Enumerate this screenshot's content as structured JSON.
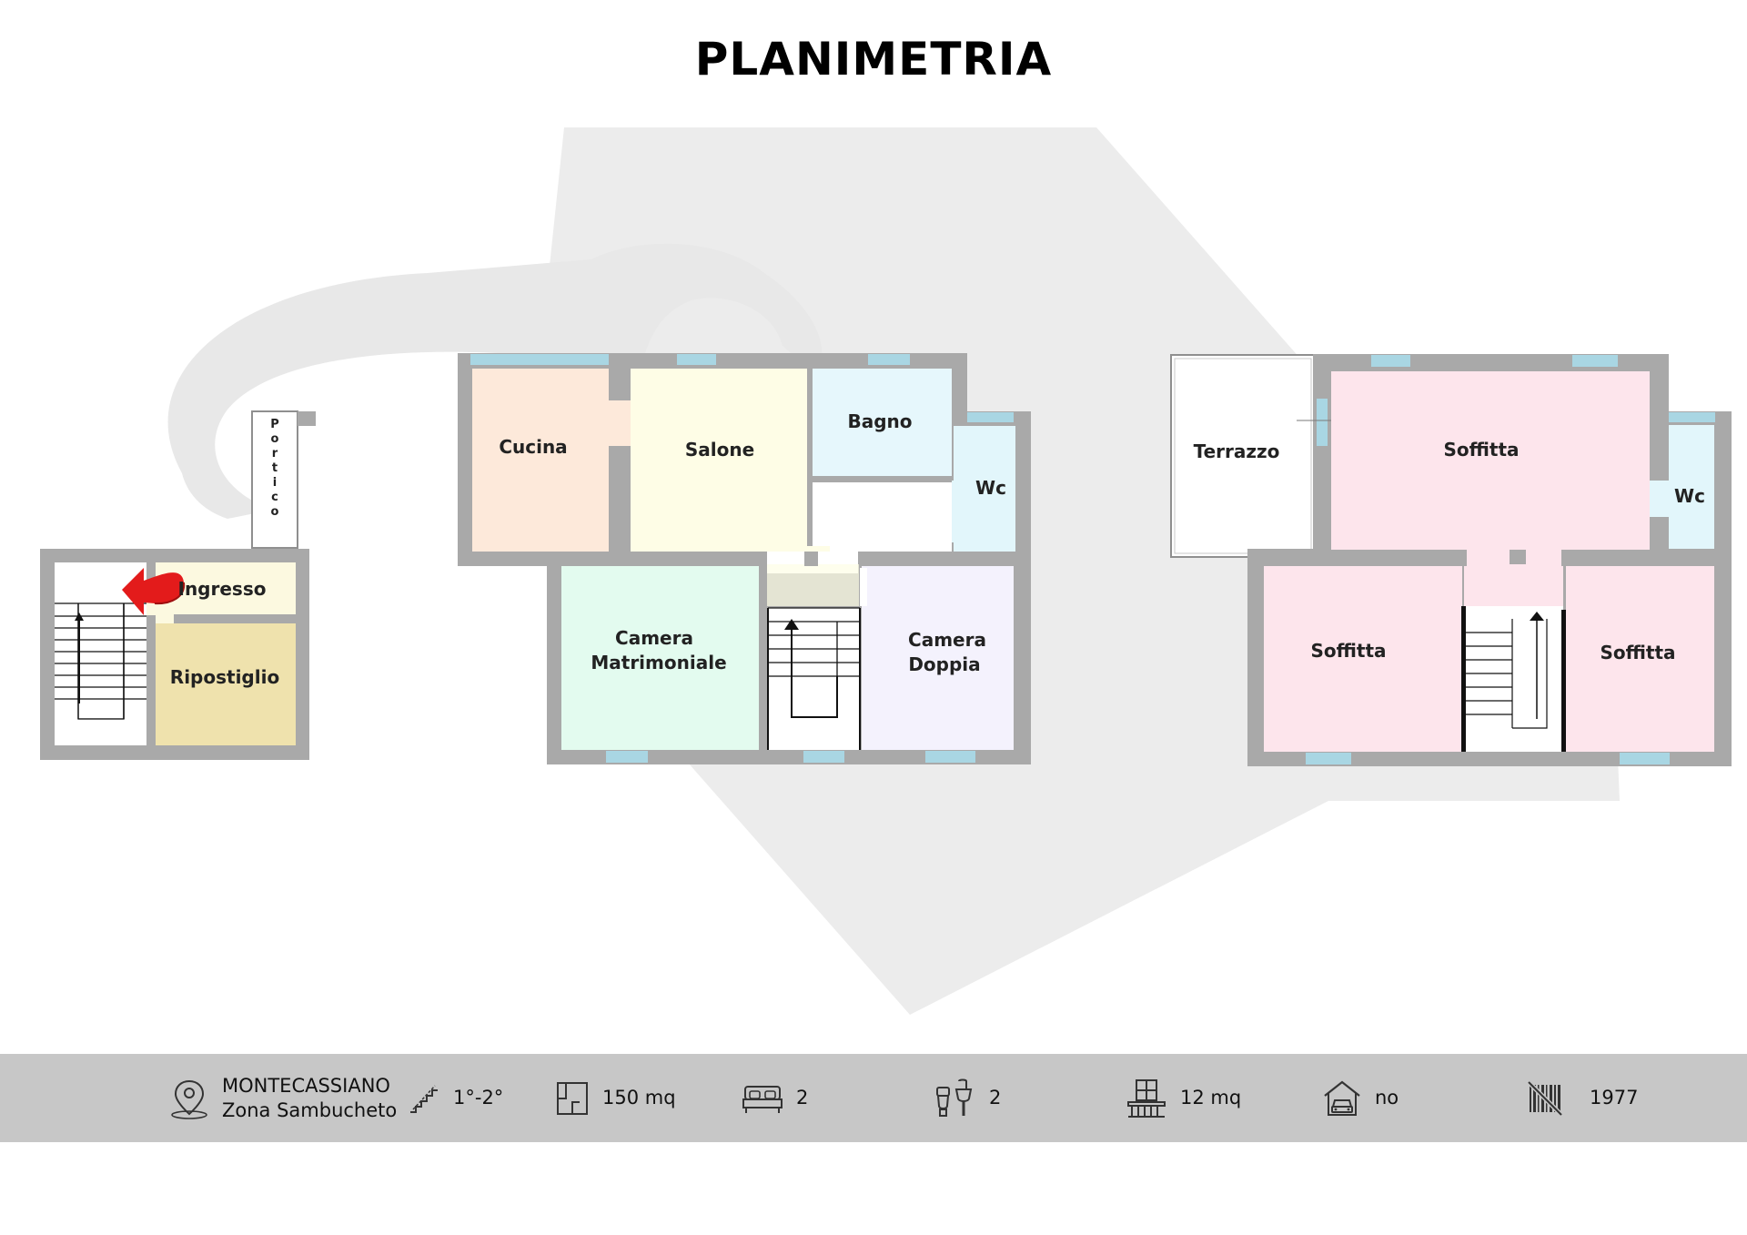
{
  "title": "PLANIMETRIA",
  "rooms": {
    "portico": "Portico",
    "ingresso": "Ingresso",
    "ripostiglio": "Ripostiglio",
    "cucina": "Cucina",
    "salone": "Salone",
    "bagno": "Bagno",
    "wc_first": "Wc",
    "camera_matrimoniale_1": "Camera",
    "camera_matrimoniale_2": "Matrimoniale",
    "camera_doppia_1": "Camera",
    "camera_doppia_2": "Doppia",
    "terrazzo": "Terrazzo",
    "soffitta_top": "Soffitta",
    "wc_second": "Wc",
    "soffitta_left": "Soffitta",
    "soffitta_right": "Soffitta"
  },
  "room_colors": {
    "ingresso": "#fcf9e0",
    "ripostiglio": "#efe2ad",
    "cucina": "#fde9da",
    "salone": "#fefde6",
    "bagno": "#e6f7fc",
    "wc": "#e2f6fb",
    "camera_matrimoniale": "#e3fbef",
    "camera_doppia": "#f4f2fd",
    "soffitta": "#fde5ec",
    "wall": "#a9a9a9",
    "window": "#a9d6e3",
    "arrow": "#e31b1b"
  },
  "info": {
    "location_line1": "MONTECASSIANO",
    "location_line2": "Zona Sambucheto",
    "floor": "1°-2°",
    "area": "150 mq",
    "bedrooms": "2",
    "bathrooms": "2",
    "balcony": "12 mq",
    "garage": "no",
    "year": "1977"
  },
  "icons": {
    "location": "map-pin-icon",
    "floor": "stairs-icon",
    "area": "floor-plan-icon",
    "bedrooms": "bed-icon",
    "bathrooms": "toilet-icon",
    "balcony": "balcony-icon",
    "garage": "garage-icon",
    "year": "barcode-icon"
  }
}
